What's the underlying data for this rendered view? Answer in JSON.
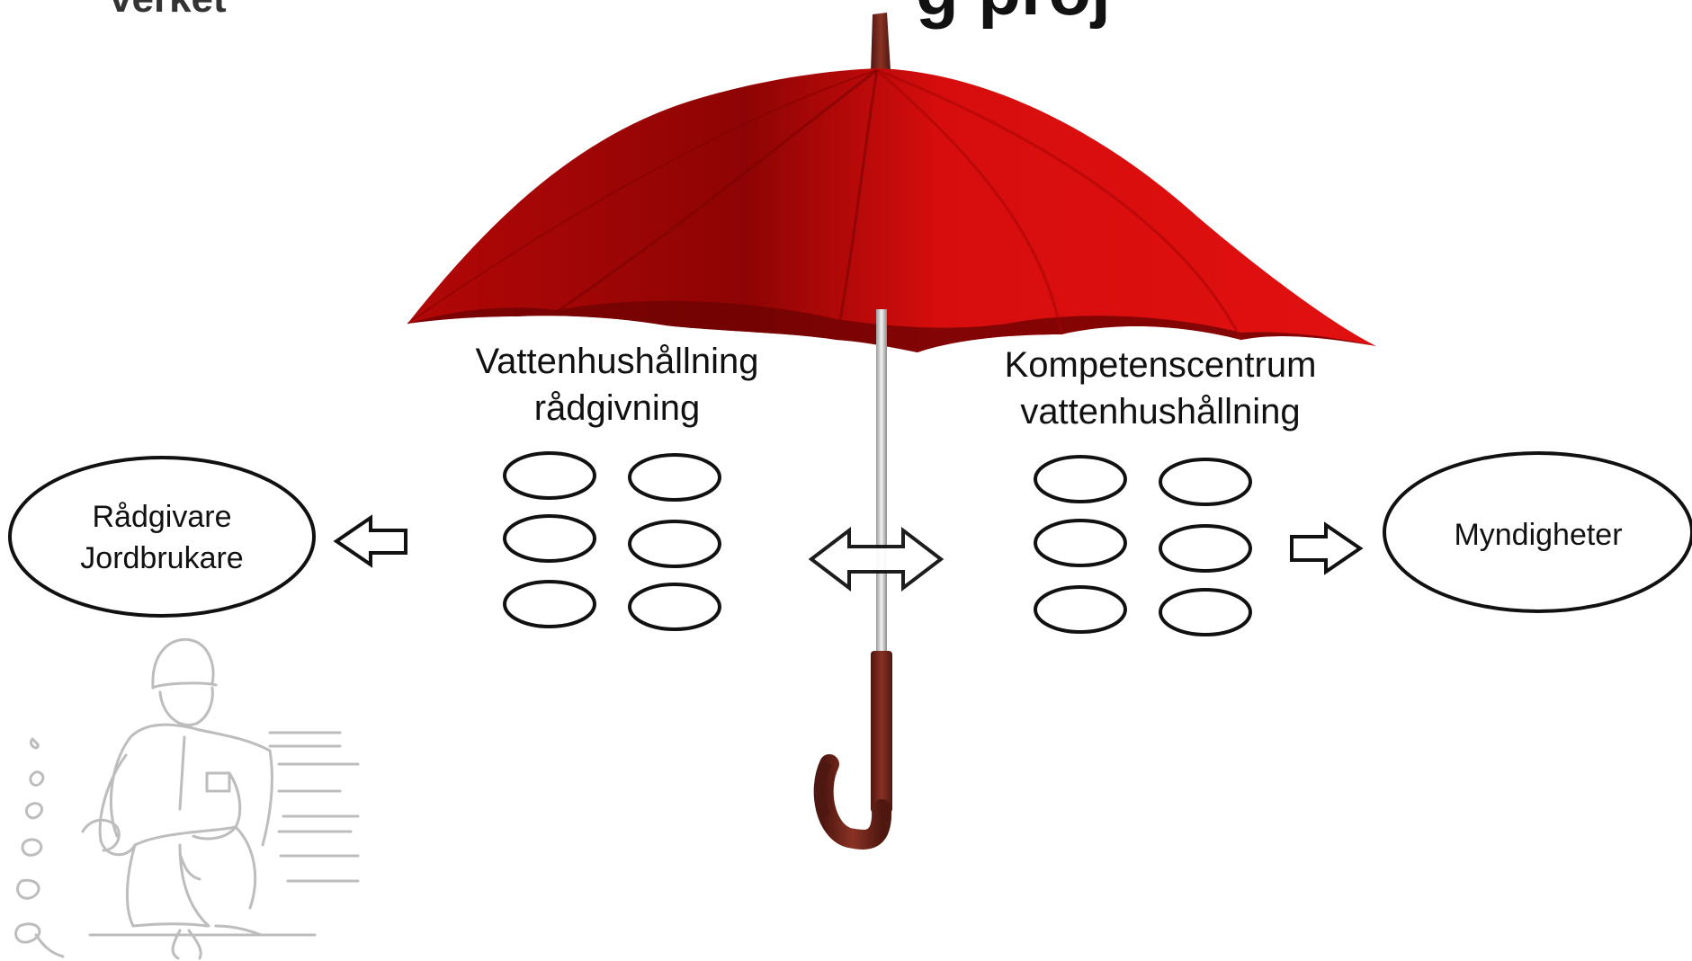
{
  "top": {
    "cropped_left_text": "verket",
    "cropped_title_fragment": "g proj"
  },
  "center": {
    "left_group_title_line1": "Vattenhushållning",
    "left_group_title_line2": "rådgivning",
    "right_group_title_line1": "Kompetenscentrum",
    "right_group_title_line2": "vattenhushållning"
  },
  "bubbles": {
    "left_line1": "Rådgivare",
    "left_line2": "Jordbrukare",
    "right": "Myndigheter"
  },
  "colors": {
    "umbrella_red": "#d40b0b",
    "umbrella_dark": "#8c0505",
    "handle_brown": "#6b2418",
    "outline": "#111111",
    "sketch_gray": "#bdbdbd"
  }
}
